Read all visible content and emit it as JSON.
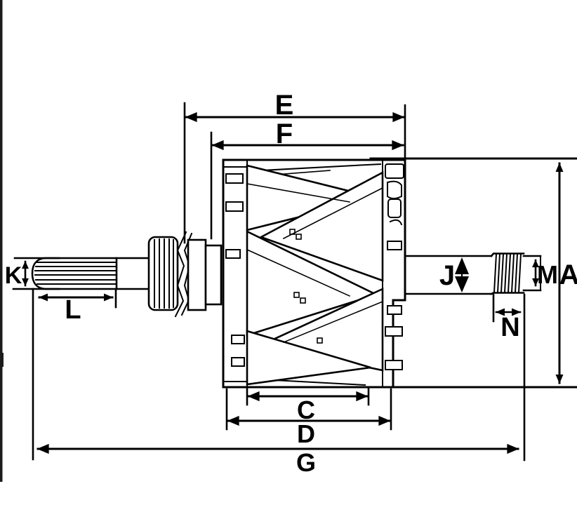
{
  "diagram": {
    "kind": "technical line drawing",
    "colors": {
      "ink": "#000000",
      "paper": "#ffffff",
      "edge_strip": "#1b1b1b"
    }
  },
  "dimension_labels": {
    "e": "E",
    "f": "F",
    "k": "K",
    "l": "L",
    "j": "J",
    "m": "M",
    "a": "A",
    "n": "N",
    "c": "C",
    "d": "D",
    "g": "G"
  }
}
